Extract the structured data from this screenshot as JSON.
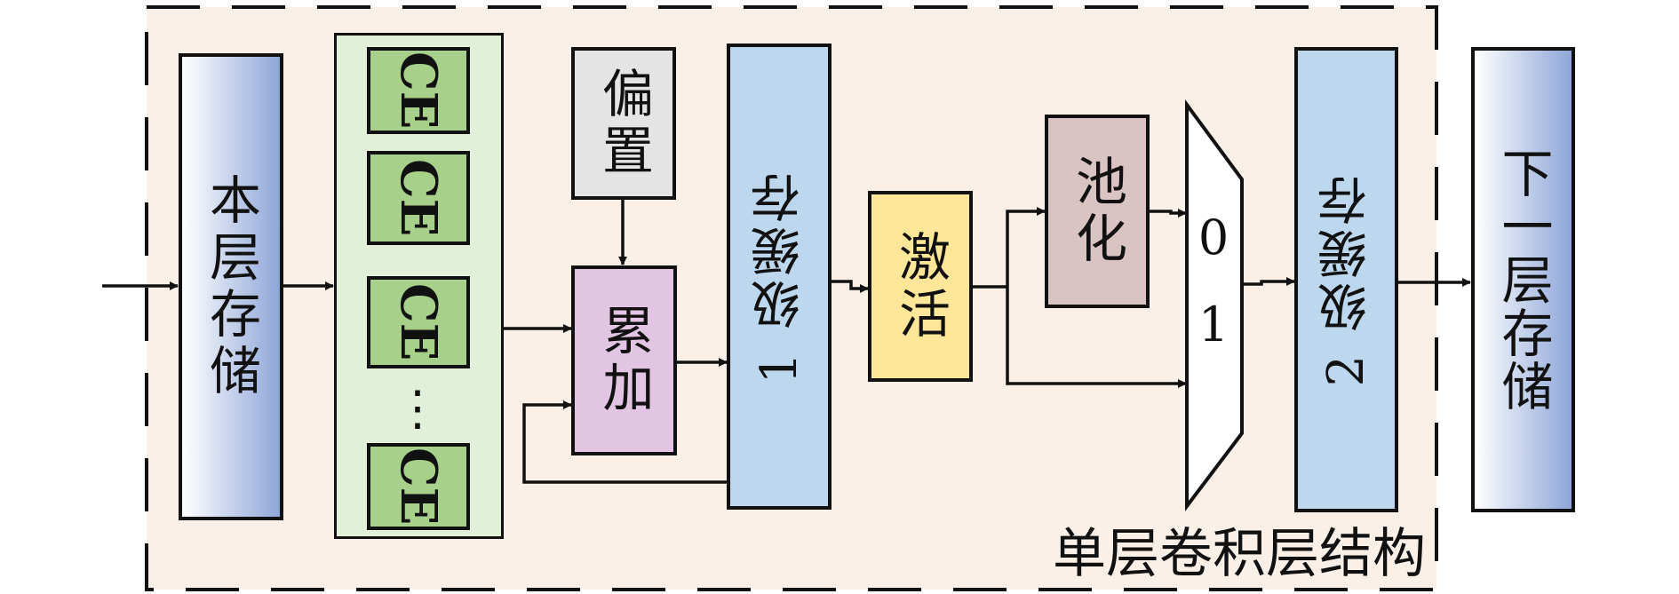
{
  "diagram": {
    "caption": "单层卷积层结构",
    "blocks": {
      "this_layer_storage": "本层存储",
      "ce_labels": [
        "CE",
        "CE",
        "CE",
        "CE"
      ],
      "ellipsis": "⋮",
      "bias": "偏置",
      "accumulate": "累加",
      "level1_cache": "1 级缓存",
      "activation": "激活",
      "pooling": "池化",
      "mux_input_0": "0",
      "mux_input_1": "1",
      "level2_cache": "2 级缓存",
      "next_layer_storage": "下一层存储"
    },
    "colors": {
      "background_panel": "#fbf0e8",
      "ce_array_panel": "#e2efd9",
      "ce_block": "#a7d08b",
      "bias": "#e4e4e4",
      "accumulate": "#e1c5e3",
      "cache": "#bdd7ee",
      "activation": "#ffe699",
      "pooling": "#d9c3c3",
      "mux": "#ffffff",
      "storage_gradient_start": "#ffffff",
      "storage_gradient_end": "#8ea6d8"
    }
  }
}
